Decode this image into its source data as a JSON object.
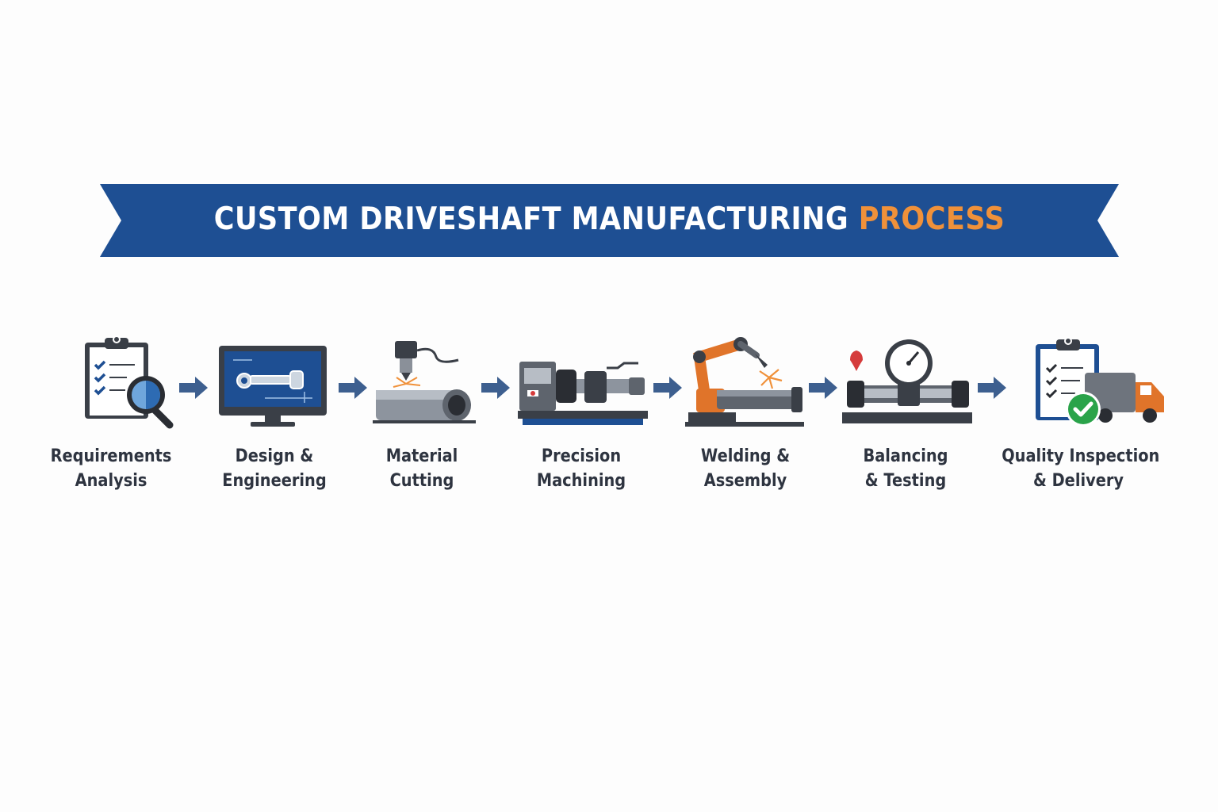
{
  "banner": {
    "title_main": "CUSTOM DRIVESHAFT MANUFACTURING",
    "title_accent": "PROCESS",
    "background_color": "#1e4f93",
    "accent_color": "#f0913a"
  },
  "steps": [
    {
      "line1": "Requirements",
      "line2": "Analysis",
      "icon": "clipboard-magnifier-icon"
    },
    {
      "line1": "Design &",
      "line2": "Engineering",
      "icon": "monitor-cad-icon"
    },
    {
      "line1": "Material",
      "line2": "Cutting",
      "icon": "pipe-cutter-icon"
    },
    {
      "line1": "Precision",
      "line2": "Machining",
      "icon": "lathe-icon"
    },
    {
      "line1": "Welding &",
      "line2": "Assembly",
      "icon": "welding-robot-icon"
    },
    {
      "line1": "Balancing",
      "line2": "& Testing",
      "icon": "balancing-machine-icon"
    },
    {
      "line1": "Quality Inspection",
      "line2": "& Delivery",
      "icon": "clipboard-truck-check-icon"
    }
  ],
  "arrow_color": "#3d5f8f"
}
